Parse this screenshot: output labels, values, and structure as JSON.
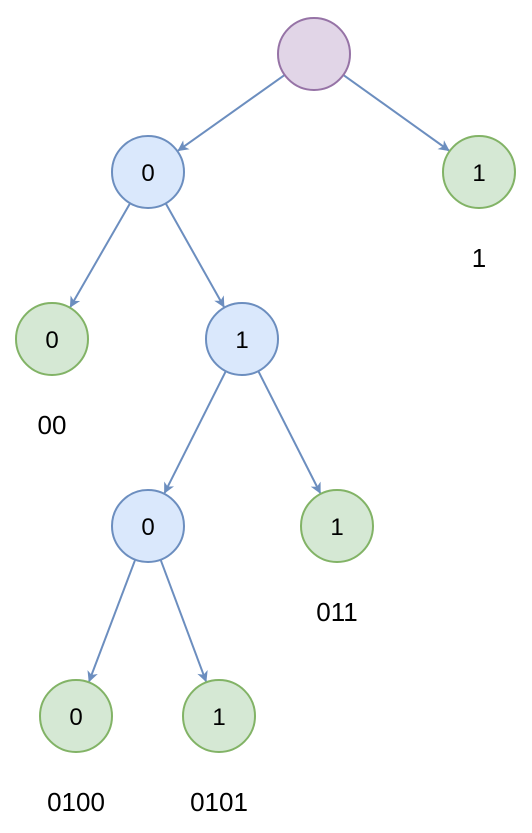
{
  "colors": {
    "root_fill": "#e1d5e7",
    "root_stroke": "#9673a6",
    "internal_fill": "#dae8fc",
    "internal_stroke": "#6c8ebf",
    "leaf_fill": "#d5e8d4",
    "leaf_stroke": "#82b366",
    "edge": "#6c8ebf"
  },
  "nodes": [
    {
      "id": "root",
      "kind": "root",
      "label": ""
    },
    {
      "id": "n0",
      "kind": "internal",
      "label": "0"
    },
    {
      "id": "leaf1",
      "kind": "leaf",
      "label": "1",
      "code": "1"
    },
    {
      "id": "leaf00",
      "kind": "leaf",
      "label": "0",
      "code": "00"
    },
    {
      "id": "n01",
      "kind": "internal",
      "label": "1"
    },
    {
      "id": "n010",
      "kind": "internal",
      "label": "0"
    },
    {
      "id": "leaf011",
      "kind": "leaf",
      "label": "1",
      "code": "011"
    },
    {
      "id": "leaf0100",
      "kind": "leaf",
      "label": "0",
      "code": "0100"
    },
    {
      "id": "leaf0101",
      "kind": "leaf",
      "label": "1",
      "code": "0101"
    }
  ],
  "edges": [
    {
      "from": "root",
      "to": "n0"
    },
    {
      "from": "root",
      "to": "leaf1"
    },
    {
      "from": "n0",
      "to": "leaf00"
    },
    {
      "from": "n0",
      "to": "n01"
    },
    {
      "from": "n01",
      "to": "n010"
    },
    {
      "from": "n01",
      "to": "leaf011"
    },
    {
      "from": "n010",
      "to": "leaf0100"
    },
    {
      "from": "n010",
      "to": "leaf0101"
    }
  ]
}
